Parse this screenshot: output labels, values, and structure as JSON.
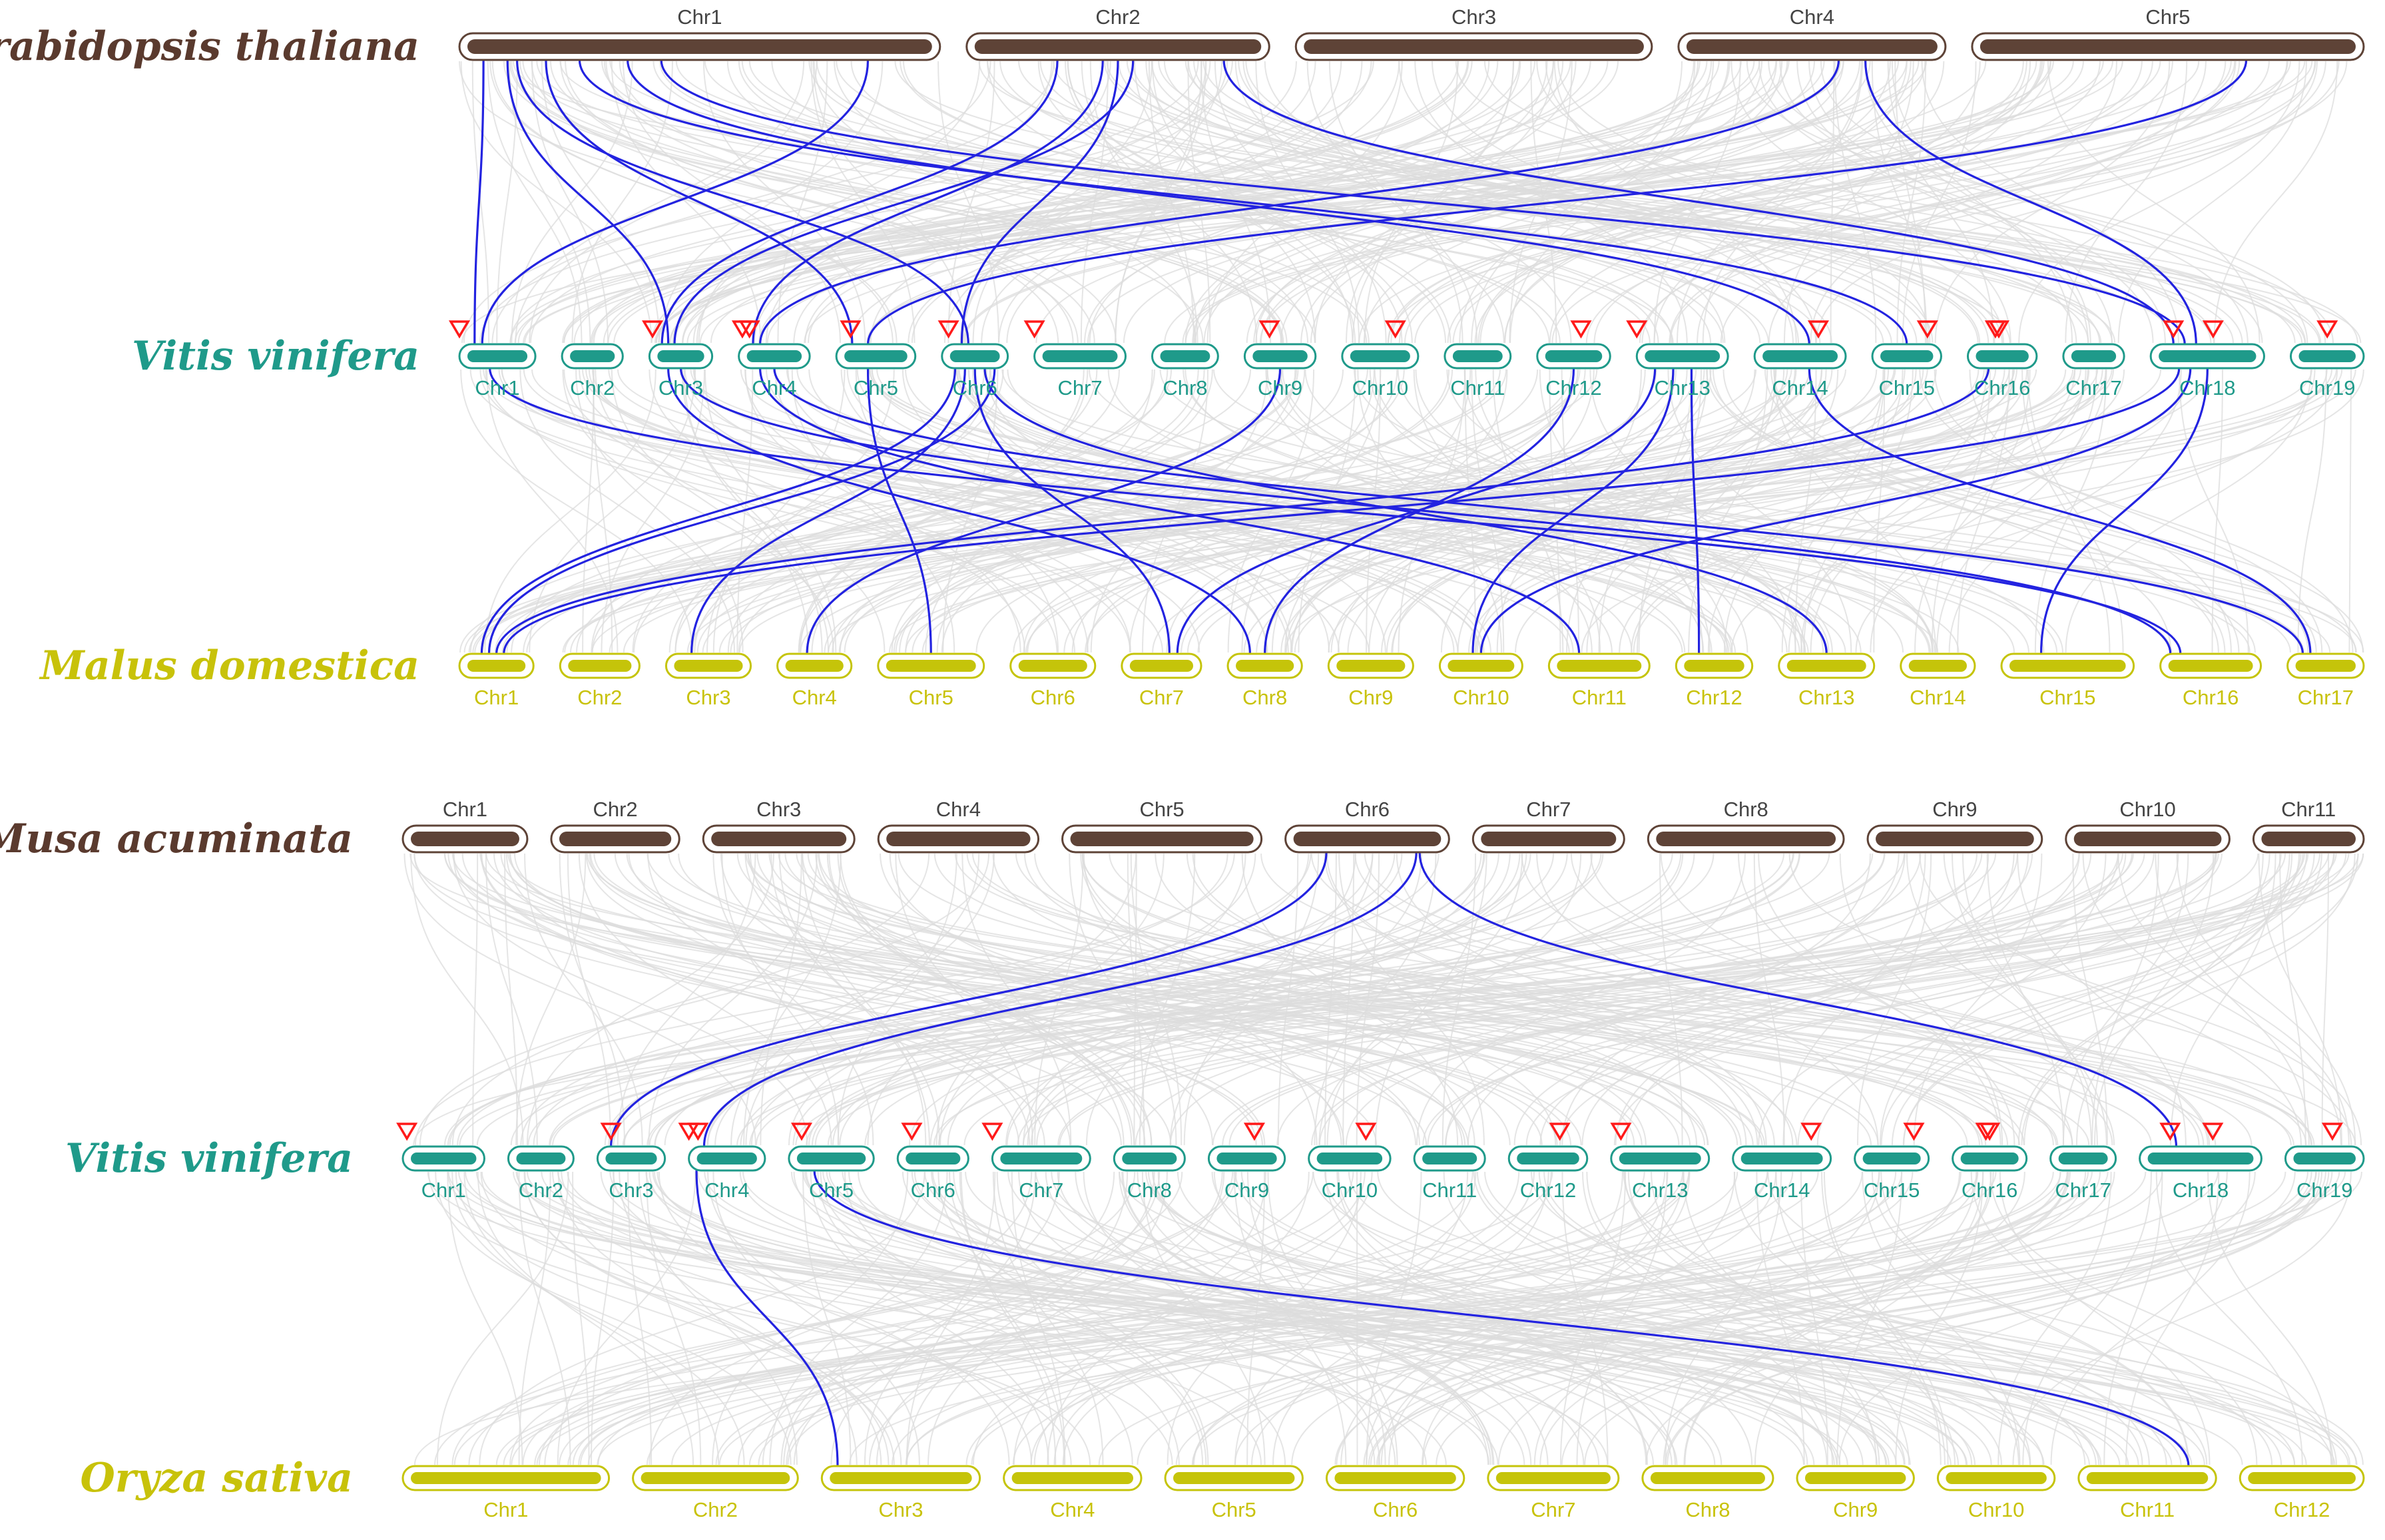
{
  "colors": {
    "brown_fill": "#5e4337",
    "brown_label": "#5a3a2e",
    "brown_text": "#444444",
    "teal_fill": "#1f9a8a",
    "teal_label": "#1f9a8a",
    "olive_fill": "#c5c40a",
    "olive_label": "#c8c20a",
    "link_blue": "#2323e0",
    "link_gray": "#dcdcdc",
    "marker_red": "#ff1a1a"
  },
  "marker_icon": "red-down-triangle-icon",
  "panels": [
    {
      "tracks": [
        {
          "species": "Arabidopsis thaliana",
          "color_key": "brown",
          "chromosomes": [
            "Chr1",
            "Chr2",
            "Chr3",
            "Chr4",
            "Chr5"
          ],
          "markers": []
        },
        {
          "species": "Vitis vinifera",
          "color_key": "teal",
          "chromosomes": [
            "Chr1",
            "Chr2",
            "Chr3",
            "Chr4",
            "Chr5",
            "Chr6",
            "Chr7",
            "Chr8",
            "Chr9",
            "Chr10",
            "Chr11",
            "Chr12",
            "Chr13",
            "Chr14",
            "Chr15",
            "Chr16",
            "Chr17",
            "Chr18",
            "Chr19"
          ],
          "markers": [
            [
              0,
              0.0
            ],
            [
              2,
              0.05
            ],
            [
              3,
              0.05
            ],
            [
              3,
              0.15
            ],
            [
              4,
              0.18
            ],
            [
              5,
              0.1
            ],
            [
              6,
              0.0
            ],
            [
              8,
              0.35
            ],
            [
              9,
              0.7
            ],
            [
              11,
              0.6
            ],
            [
              12,
              0.0
            ],
            [
              13,
              0.7
            ],
            [
              14,
              0.8
            ],
            [
              15,
              0.4
            ],
            [
              15,
              0.45
            ],
            [
              17,
              0.2
            ],
            [
              17,
              0.55
            ],
            [
              18,
              0.5
            ]
          ]
        },
        {
          "species": "Malus domestica",
          "color_key": "olive",
          "chromosomes": [
            "Chr1",
            "Chr2",
            "Chr3",
            "Chr4",
            "Chr5",
            "Chr6",
            "Chr7",
            "Chr8",
            "Chr9",
            "Chr10",
            "Chr11",
            "Chr12",
            "Chr13",
            "Chr14",
            "Chr15",
            "Chr16",
            "Chr17"
          ],
          "markers": []
        }
      ],
      "links": [
        {
          "from": [
            0,
            0,
            0.05
          ],
          "to": [
            1,
            0,
            0.2
          ]
        },
        {
          "from": [
            0,
            0,
            0.1
          ],
          "to": [
            1,
            2,
            0.3
          ]
        },
        {
          "from": [
            0,
            0,
            0.12
          ],
          "to": [
            1,
            5,
            0.4
          ]
        },
        {
          "from": [
            0,
            0,
            0.18
          ],
          "to": [
            1,
            4,
            0.2
          ]
        },
        {
          "from": [
            0,
            0,
            0.25
          ],
          "to": [
            1,
            14,
            0.5
          ]
        },
        {
          "from": [
            0,
            0,
            0.35
          ],
          "to": [
            1,
            13,
            0.6
          ]
        },
        {
          "from": [
            0,
            0,
            0.42
          ],
          "to": [
            1,
            17,
            0.3
          ]
        },
        {
          "from": [
            0,
            0,
            0.85
          ],
          "to": [
            1,
            0,
            0.3
          ]
        },
        {
          "from": [
            0,
            1,
            0.3
          ],
          "to": [
            1,
            2,
            0.2
          ]
        },
        {
          "from": [
            0,
            1,
            0.45
          ],
          "to": [
            1,
            3,
            0.2
          ]
        },
        {
          "from": [
            0,
            1,
            0.5
          ],
          "to": [
            1,
            5,
            0.3
          ]
        },
        {
          "from": [
            0,
            1,
            0.55
          ],
          "to": [
            1,
            2,
            0.4
          ]
        },
        {
          "from": [
            0,
            1,
            0.85
          ],
          "to": [
            1,
            17,
            0.2
          ]
        },
        {
          "from": [
            0,
            3,
            0.6
          ],
          "to": [
            1,
            3,
            0.3
          ]
        },
        {
          "from": [
            0,
            3,
            0.7
          ],
          "to": [
            1,
            17,
            0.4
          ]
        },
        {
          "from": [
            0,
            4,
            0.7
          ],
          "to": [
            1,
            4,
            0.4
          ]
        },
        {
          "from": [
            1,
            0,
            0.4
          ],
          "to": [
            2,
            15,
            0.2
          ]
        },
        {
          "from": [
            1,
            2,
            0.3
          ],
          "to": [
            2,
            7,
            0.3
          ]
        },
        {
          "from": [
            1,
            2,
            0.5
          ],
          "to": [
            2,
            15,
            0.1
          ]
        },
        {
          "from": [
            1,
            3,
            0.3
          ],
          "to": [
            2,
            10,
            0.3
          ]
        },
        {
          "from": [
            1,
            3,
            0.5
          ],
          "to": [
            2,
            16,
            0.2
          ]
        },
        {
          "from": [
            1,
            4,
            0.4
          ],
          "to": [
            2,
            4,
            0.5
          ]
        },
        {
          "from": [
            1,
            5,
            0.2
          ],
          "to": [
            2,
            0,
            0.3
          ]
        },
        {
          "from": [
            1,
            5,
            0.35
          ],
          "to": [
            2,
            2,
            0.3
          ]
        },
        {
          "from": [
            1,
            5,
            0.5
          ],
          "to": [
            2,
            6,
            0.6
          ]
        },
        {
          "from": [
            1,
            5,
            0.65
          ],
          "to": [
            2,
            12,
            0.5
          ]
        },
        {
          "from": [
            1,
            5,
            0.8
          ],
          "to": [
            2,
            0,
            0.4
          ]
        },
        {
          "from": [
            1,
            8,
            0.5
          ],
          "to": [
            2,
            3,
            0.4
          ]
        },
        {
          "from": [
            1,
            11,
            0.5
          ],
          "to": [
            2,
            7,
            0.5
          ]
        },
        {
          "from": [
            1,
            12,
            0.2
          ],
          "to": [
            2,
            6,
            0.7
          ]
        },
        {
          "from": [
            1,
            12,
            0.4
          ],
          "to": [
            2,
            9,
            0.4
          ]
        },
        {
          "from": [
            1,
            12,
            0.6
          ],
          "to": [
            2,
            11,
            0.3
          ]
        },
        {
          "from": [
            1,
            13,
            0.6
          ],
          "to": [
            2,
            16,
            0.3
          ]
        },
        {
          "from": [
            1,
            15,
            0.3
          ],
          "to": [
            2,
            0,
            0.5
          ]
        },
        {
          "from": [
            1,
            17,
            0.25
          ],
          "to": [
            2,
            0,
            0.6
          ]
        },
        {
          "from": [
            1,
            17,
            0.35
          ],
          "to": [
            2,
            9,
            0.5
          ]
        },
        {
          "from": [
            1,
            17,
            0.5
          ],
          "to": [
            2,
            14,
            0.3
          ]
        }
      ]
    },
    {
      "tracks": [
        {
          "species": "Musa acuminata",
          "color_key": "brown",
          "chromosomes": [
            "Chr1",
            "Chr2",
            "Chr3",
            "Chr4",
            "Chr5",
            "Chr6",
            "Chr7",
            "Chr8",
            "Chr9",
            "Chr10",
            "Chr11"
          ],
          "markers": []
        },
        {
          "species": "Vitis vinifera",
          "color_key": "teal",
          "chromosomes": [
            "Chr1",
            "Chr2",
            "Chr3",
            "Chr4",
            "Chr5",
            "Chr6",
            "Chr7",
            "Chr8",
            "Chr9",
            "Chr10",
            "Chr11",
            "Chr12",
            "Chr13",
            "Chr14",
            "Chr15",
            "Chr16",
            "Chr17",
            "Chr18",
            "Chr19"
          ],
          "markers": [
            [
              0,
              0.05
            ],
            [
              2,
              0.2
            ],
            [
              3,
              0.0
            ],
            [
              3,
              0.12
            ],
            [
              4,
              0.15
            ],
            [
              5,
              0.2
            ],
            [
              6,
              0.0
            ],
            [
              8,
              0.6
            ],
            [
              9,
              0.7
            ],
            [
              11,
              0.65
            ],
            [
              12,
              0.1
            ],
            [
              13,
              0.8
            ],
            [
              14,
              0.8
            ],
            [
              15,
              0.45
            ],
            [
              15,
              0.5
            ],
            [
              17,
              0.25
            ],
            [
              17,
              0.6
            ],
            [
              18,
              0.6
            ]
          ]
        },
        {
          "species": "Oryza sativa",
          "color_key": "olive",
          "chromosomes": [
            "Chr1",
            "Chr2",
            "Chr3",
            "Chr4",
            "Chr5",
            "Chr6",
            "Chr7",
            "Chr8",
            "Chr9",
            "Chr10",
            "Chr11",
            "Chr12"
          ],
          "markers": []
        }
      ],
      "links": [
        {
          "from": [
            0,
            5,
            0.25
          ],
          "to": [
            1,
            2,
            0.2
          ]
        },
        {
          "from": [
            0,
            5,
            0.8
          ],
          "to": [
            1,
            3,
            0.2
          ]
        },
        {
          "from": [
            0,
            5,
            0.82
          ],
          "to": [
            1,
            17,
            0.3
          ]
        },
        {
          "from": [
            1,
            3,
            0.1
          ],
          "to": [
            2,
            2,
            0.1
          ]
        },
        {
          "from": [
            1,
            4,
            0.3
          ],
          "to": [
            2,
            10,
            0.8
          ]
        }
      ]
    }
  ]
}
